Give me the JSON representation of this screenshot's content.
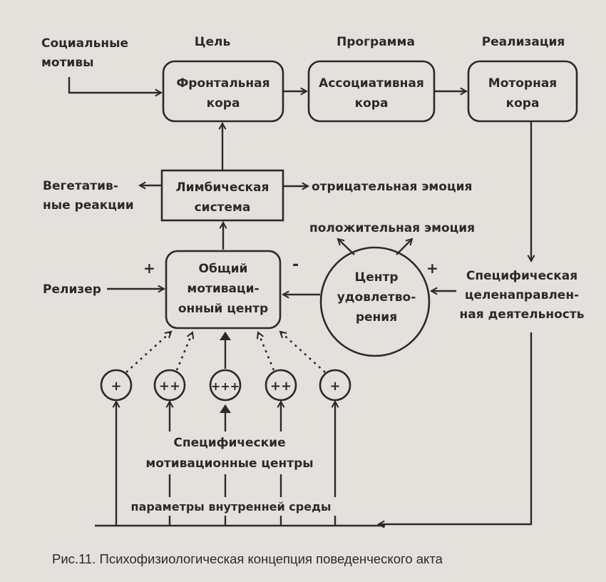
{
  "header": {
    "social_motives_line1": "Социальные",
    "social_motives_line2": "мотивы",
    "goal": "Цель",
    "program": "Программа",
    "realization": "Реализация"
  },
  "boxes": {
    "frontal_line1": "Фронтальная",
    "frontal_line2": "кора",
    "associative_line1": "Ассоциативная",
    "associative_line2": "кора",
    "motor_line1": "Моторная",
    "motor_line2": "кора",
    "limbic_line1": "Лимбическая",
    "limbic_line2": "система",
    "motivation_line1": "Общий",
    "motivation_line2": "мотиваци-",
    "motivation_line3": "онный центр",
    "satisfaction_line1": "Центр",
    "satisfaction_line2": "удовлетво-",
    "satisfaction_line3": "рения"
  },
  "labels": {
    "vegetative_line1": "Вегетатив-",
    "vegetative_line2": "ные реакции",
    "negative_emotion": "отрицательная эмоция",
    "positive_emotion": "положительная эмоция",
    "releaser": "Релизер",
    "plus": "+",
    "minus": "-",
    "specific_activity_line1": "Специфическая",
    "specific_activity_line2": "целенаправлен-",
    "specific_activity_line3": "ная деятельность",
    "specific_centers_line1": "Специфические",
    "specific_centers_line2": "мотивационные центры",
    "internal_params": "параметры внутренней среды"
  },
  "centers": [
    "+",
    "++",
    "+++",
    "++",
    "+"
  ],
  "caption": "Рис.11. Психофизиологическая концепция поведенческого акта"
}
